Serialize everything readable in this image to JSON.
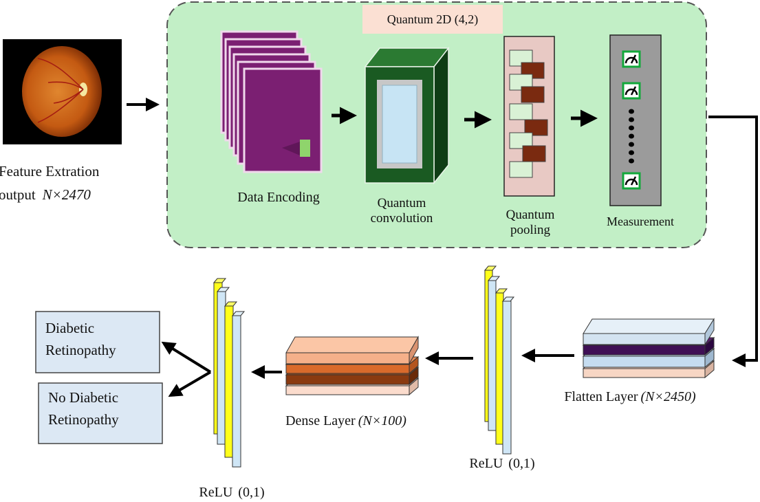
{
  "input": {
    "label_line1": "Feature Extration",
    "label_line2": "output",
    "label_shape": "N×2470"
  },
  "quantum_block": {
    "title": "Quantum 2D (4,2)",
    "stages": {
      "encoding": "Data Encoding",
      "convolution_line1": "Quantum",
      "convolution_line2": "convolution",
      "pooling_line1": "Quantum",
      "pooling_line2": "pooling",
      "measurement": "Measurement"
    }
  },
  "classical": {
    "flatten": {
      "label": "Flatten Layer",
      "shape": "(N×2450)"
    },
    "relu_mid": {
      "label": "ReLU",
      "range": "(0,1)"
    },
    "dense": {
      "label": "Dense Layer",
      "shape": "(N×100)"
    },
    "relu_left": {
      "label": "ReLU",
      "range": "(0,1)"
    }
  },
  "outputs": {
    "class1_line1": "Diabetic",
    "class1_line2": "Retinopathy",
    "class2_line1": "No Diabetic",
    "class2_line2": "Retinopathy"
  },
  "colors": {
    "quantum_bg": "#c2efc6",
    "encoding_purple": "#7b1f72",
    "conv_green": "#1a5a22",
    "pool_bg": "#e8c9c4",
    "pool_dark": "#7a2a10",
    "measure_bg": "#9b9b9b",
    "relu_yellow": "#ffff1a",
    "relu_blue": "#cfe6f6",
    "output_box": "#dce8f4"
  }
}
